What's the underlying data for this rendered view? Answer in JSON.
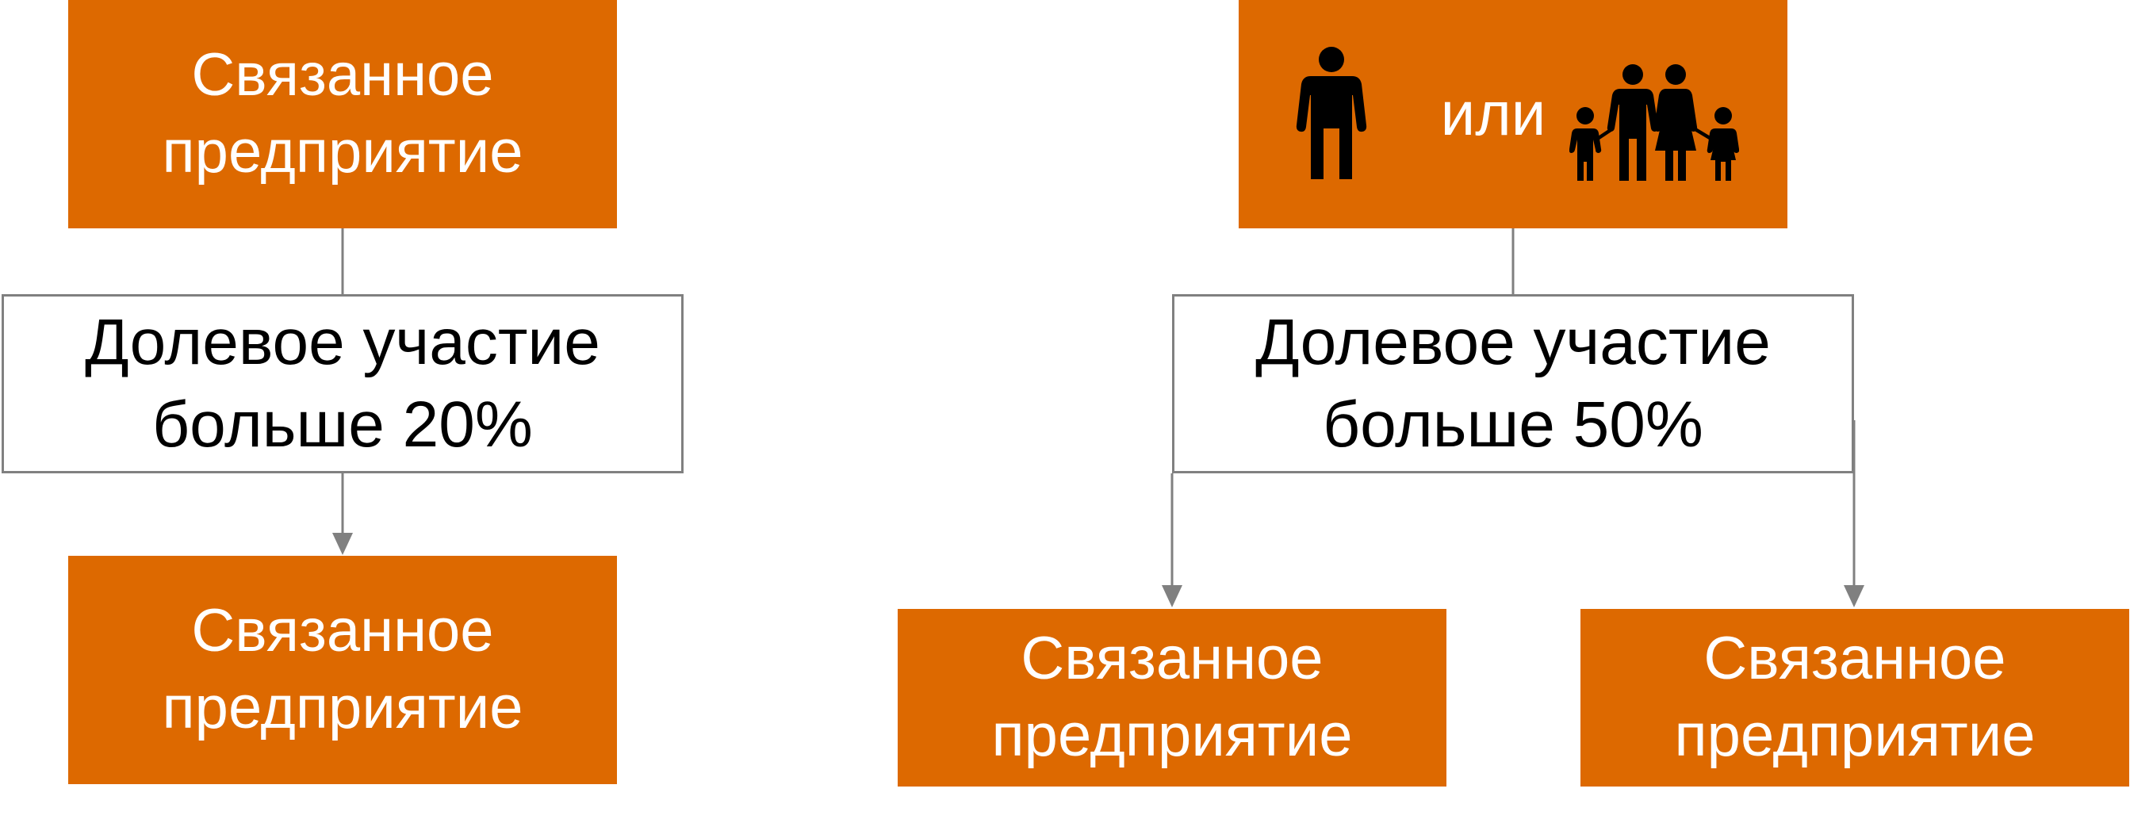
{
  "left_branch": {
    "top_label": [
      "Связанное",
      "предприятие"
    ],
    "condition": [
      "Долевое участие",
      "больше 20%"
    ],
    "result": [
      "Связанное",
      "предприятие"
    ]
  },
  "right_branch": {
    "top_icon_person": "person-icon",
    "top_or": "или",
    "top_icon_family": "family-icon",
    "condition": [
      "Долевое участие",
      "больше 50%"
    ],
    "result_left": [
      "Связанное",
      "предприятие"
    ],
    "result_right": [
      "Связанное",
      "предприятие"
    ]
  },
  "colors": {
    "accent": "#dd6900",
    "connector": "#808080",
    "box_border": "#808080",
    "text_dark": "#000000",
    "text_light": "#ffffff"
  }
}
